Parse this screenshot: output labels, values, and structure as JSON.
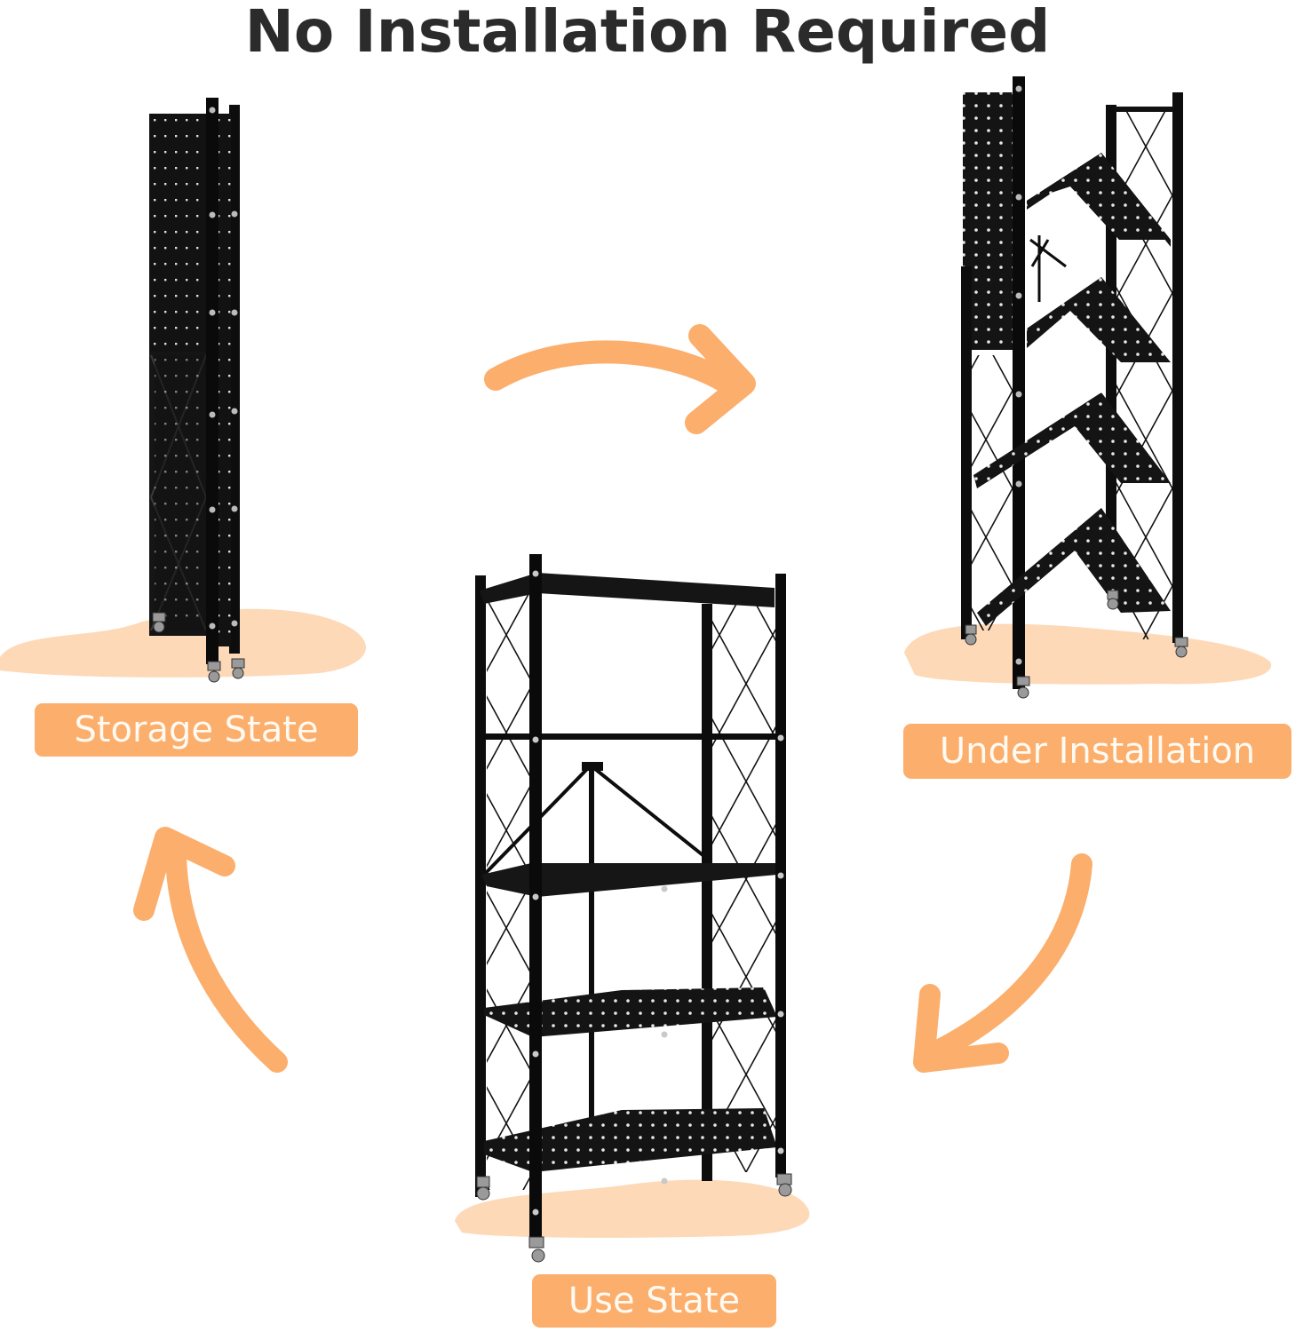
{
  "title": "No Installation Required",
  "states": [
    {
      "id": "storage",
      "label": "Storage State"
    },
    {
      "id": "under-installation",
      "label": "Under Installation"
    },
    {
      "id": "use",
      "label": "Use State"
    }
  ],
  "flow": [
    {
      "from": "Storage State",
      "to": "Under Installation",
      "icon": "arrow-right-icon"
    },
    {
      "from": "Under Installation",
      "to": "Use State",
      "icon": "arrow-down-left-icon"
    },
    {
      "from": "Use State",
      "to": "Storage State",
      "icon": "arrow-up-icon"
    }
  ],
  "colors": {
    "accent": "#fcae6c",
    "shadow": "#fdd9b8",
    "label_text": "#fffaf2",
    "title_text": "#2b2b2b",
    "metal": "#111111"
  }
}
